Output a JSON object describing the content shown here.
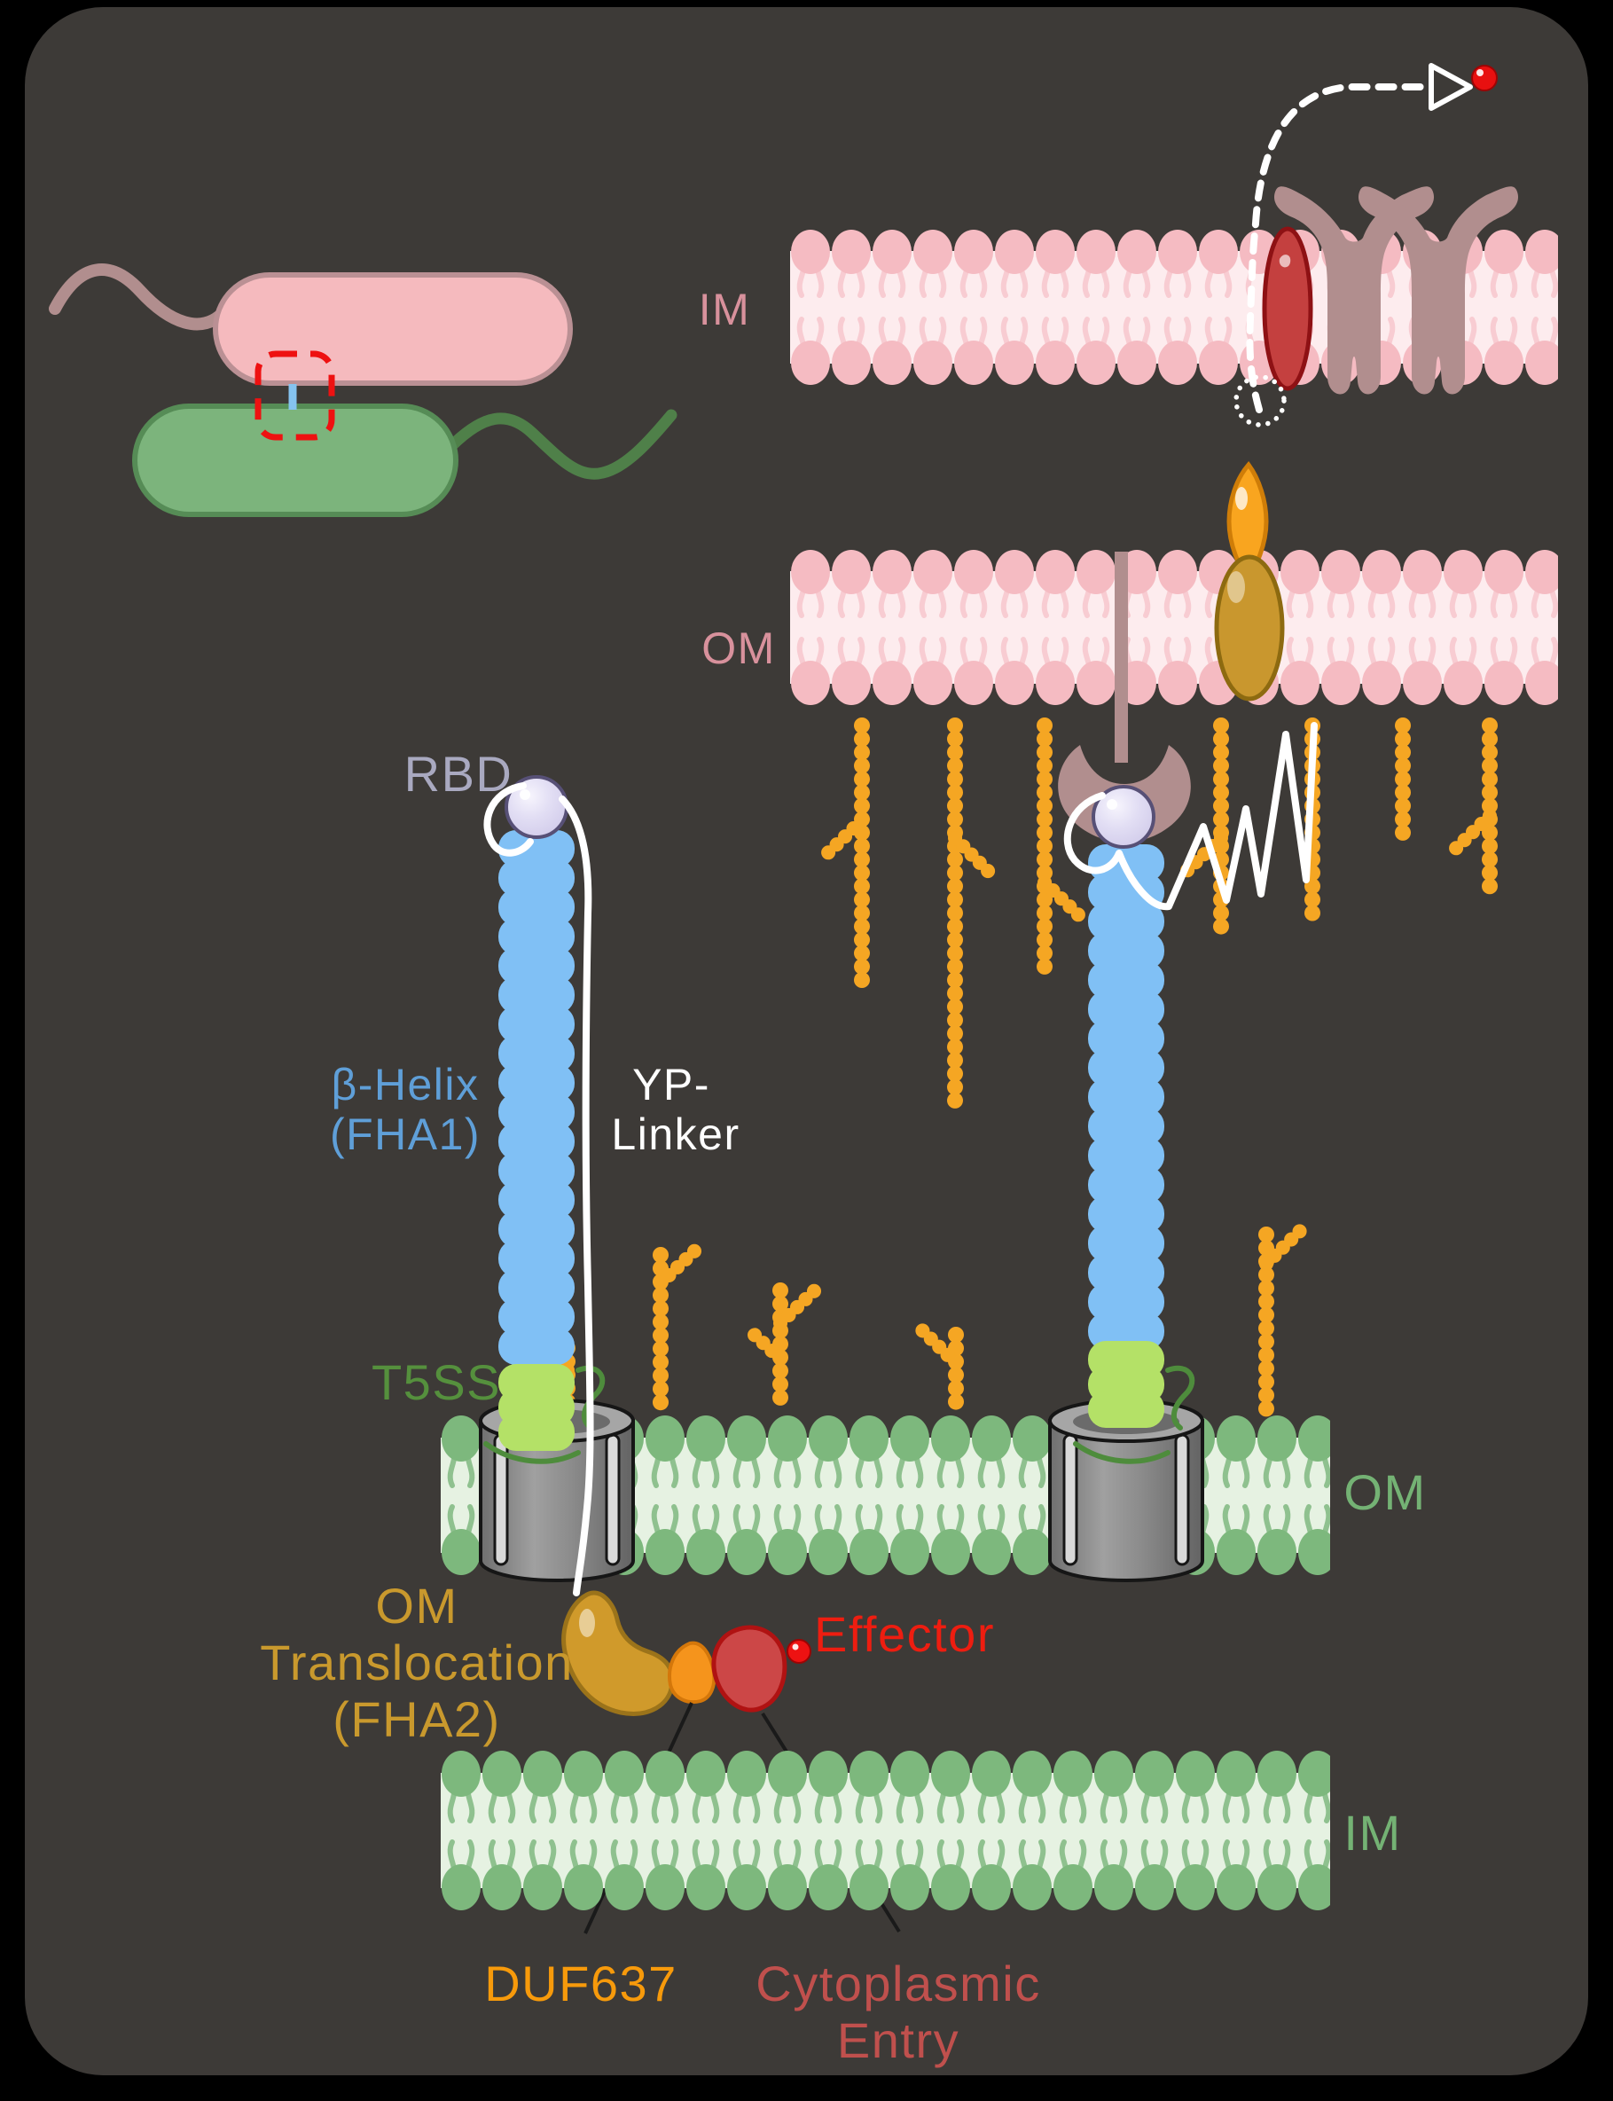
{
  "labels": {
    "inner_membrane_top": "IM",
    "outer_membrane_top": "OM",
    "rbd": "RBD",
    "beta_helix_line1": "β-Helix",
    "beta_helix_line2": "(FHA1)",
    "yp_linker_line1": "YP-",
    "yp_linker_line2": "Linker",
    "t5ss": "T5SS",
    "outer_membrane_bottom": "OM",
    "om_translocation_line1": "OM",
    "om_translocation_line2": "Translocation",
    "om_translocation_line3": "(FHA2)",
    "effector": "Effector",
    "duf637": "DUF637",
    "cytoplasmic_entry_line1": "Cytoplasmic",
    "cytoplasmic_entry_line2": "Entry",
    "inner_membrane_bottom": "IM"
  },
  "colors": {
    "panel_background": "#3d3a37",
    "pink_membrane_head": "#f5bbc2",
    "pink_membrane_label": "#d8919c",
    "green_membrane_head": "#7db87d",
    "green_membrane_label": "#74b274",
    "t5ss_label": "#55903d",
    "gold_label_fha2": "#c9992d",
    "duf637_label": "#f79a0b",
    "effector_label": "#ee1d10",
    "cytoplasmic_entry_label": "#c0504d",
    "rbd_label": "#a9a9c0",
    "beta_helix_label": "#5f9fd8",
    "yp_linker_label": "#ffffff",
    "beta_helix_fill": "#80c0f5",
    "helix_green_segment": "#b4e167",
    "lps_sugar": "#f5a623",
    "mauve_protein": "#b18e8e",
    "red_effector": "#c4403f",
    "barrel_gray": "#9b9b9b"
  }
}
